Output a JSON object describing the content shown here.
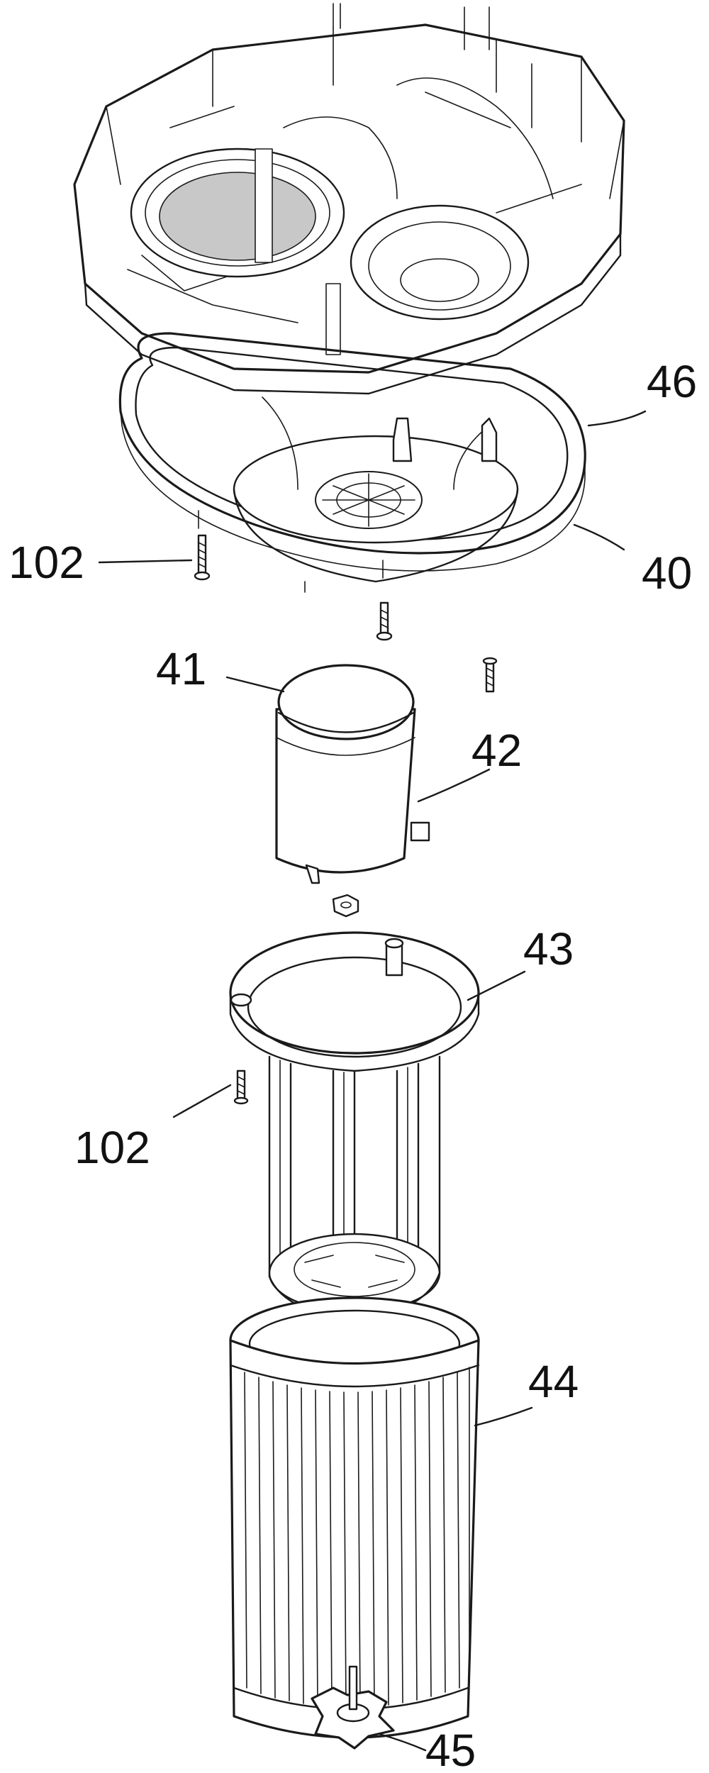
{
  "diagram": {
    "labels": {
      "l46": "46",
      "l40": "40",
      "l102a": "102",
      "l41": "41",
      "l42": "42",
      "l43": "43",
      "l102b": "102",
      "l44": "44",
      "l45": "45"
    },
    "colors": {
      "ink": "#1a1a1a",
      "paper": "#ffffff",
      "shade": "#c8c8c8"
    }
  }
}
